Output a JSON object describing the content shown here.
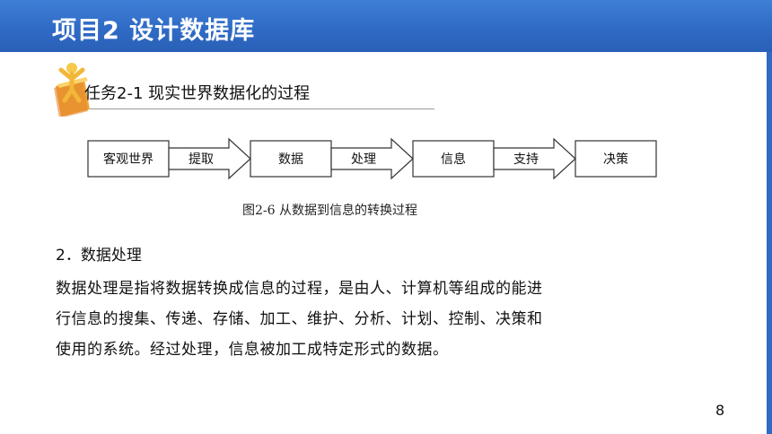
{
  "header": {
    "title": "项目2 设计数据库"
  },
  "task": {
    "title": "任务2-1  现实世界数据化的过程"
  },
  "diagram": {
    "boxes": [
      "客观世界",
      "数据",
      "信息",
      "决策"
    ],
    "arrows": [
      "提取",
      "处理",
      "支持"
    ],
    "caption": "图2-6   从数据到信息的转换过程"
  },
  "section": {
    "heading": "2．数据处理",
    "lines": [
      "数据处理是指将数据转换成信息的过程，是由人、计算机等组成的能进",
      "行信息的搜集、传递、存储、加工、维护、分析、计划、控制、决策和",
      "使用的系统。经过处理，信息被加工成特定形式的数据。"
    ]
  },
  "page": {
    "number": "8"
  },
  "colors": {
    "header": "#2f6bc6",
    "text": "#111111"
  }
}
